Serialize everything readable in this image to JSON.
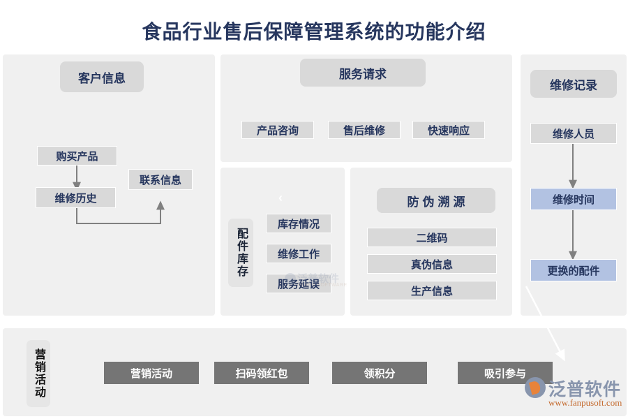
{
  "title": "食品行业售后保障管理系统的功能介绍",
  "colors": {
    "page_background": "#ffffff",
    "panel_background": "#f0f0f0",
    "node_gray": "#d9d9d9",
    "node_blue": "#b2c2e2",
    "node_dark": "#757575",
    "text_navy": "#26365e",
    "arrow_gray": "#808080",
    "arrow_white": "#ffffff",
    "logo_blue_gray": "#8895ad",
    "logo_orange": "#c46a2e"
  },
  "panels": {
    "customer": {
      "header": "客户信息",
      "nodes": [
        {
          "label": "购买产品"
        },
        {
          "label": "维修历史"
        },
        {
          "label": "联系信息"
        }
      ]
    },
    "service_request": {
      "header": "服务请求",
      "nodes": [
        {
          "label": "产品咨询"
        },
        {
          "label": "售后维修"
        },
        {
          "label": "快速响应"
        }
      ]
    },
    "parts_inventory": {
      "vertical_label": "配件库存",
      "chevron_icon": "‹",
      "nodes": [
        {
          "label": "库存情况"
        },
        {
          "label": "维修工作"
        },
        {
          "label": "服务延误"
        }
      ]
    },
    "anti_counterfeit": {
      "header": "防伪溯源",
      "nodes": [
        {
          "label": "二维码"
        },
        {
          "label": "真伪信息"
        },
        {
          "label": "生产信息"
        }
      ]
    },
    "repair_record": {
      "header": "维修记录",
      "nodes": [
        {
          "label": "维修人员",
          "style": "gray"
        },
        {
          "label": "维修时间",
          "style": "blue"
        },
        {
          "label": "更换的配件",
          "style": "blue"
        }
      ]
    },
    "marketing": {
      "vertical_label": "营销活动",
      "nodes": [
        {
          "label": "营销活动"
        },
        {
          "label": "扫码领红包"
        },
        {
          "label": "领积分"
        },
        {
          "label": "吸引参与"
        }
      ]
    }
  },
  "logo": {
    "name": "泛普软件",
    "url": "www.fanpusoft.com"
  },
  "watermark": {
    "name": "泛普软件",
    "sub": "FANPU SOFTWARE"
  }
}
